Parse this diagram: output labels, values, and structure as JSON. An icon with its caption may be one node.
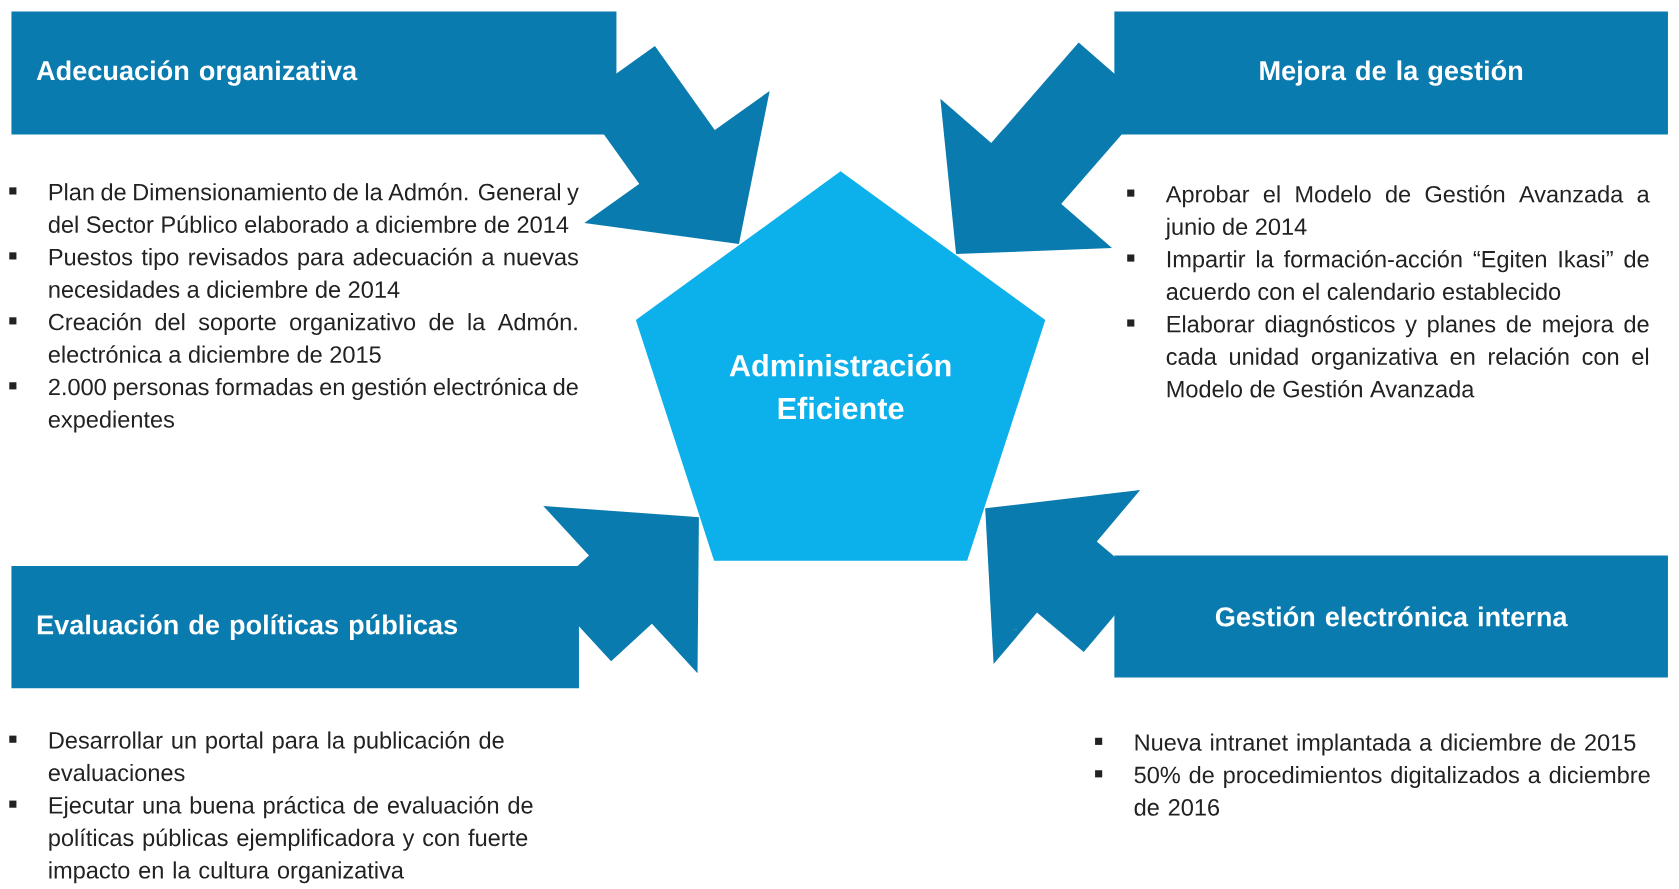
{
  "diagram": {
    "nodes": [
      {
        "text": [
          "Adecuación organizativa"
        ],
        "beside": [
          "Plan de Dimensionamiento de la Admón. General y del Sector Público elaborado a diciembre de 2014",
          "Puestos tipo revisados para adecuación a nuevas necesidades a diciembre de 2014",
          "Creación del soporte organizativo de la Admón. electrónica a diciembre de 2015",
          "2.000 personas formadas en gestión electrónica de expedientes"
        ]
      },
      {
        "text": [
          "Mejora de la gestión"
        ],
        "beside": [
          "Aprobar el Modelo de Gestión Avanzada a junio de 2014",
          "Impartir la formación-acción “Egiten Ikasi” de acuerdo con el calendario establecido",
          "Elaborar diagnósticos y planes de mejora de cada unidad organizativa en relación con el Modelo de Gestión Avanzada"
        ]
      },
      {
        "text": [
          "Administración Eficiente"
        ]
      },
      {
        "text": [
          "Evaluación de políticas públicas"
        ],
        "beside": [
          "Desarrollar un portal para la publicación de evaluaciones",
          "Ejecutar una buena práctica de evaluación de políticas públicas ejemplificadora y con fuerte impacto en la cultura organizativa"
        ]
      },
      {
        "text": [
          "Gestión electrónica interna"
        ],
        "beside": [
          "Nueva intranet implantada a diciembre de 2015",
          "50% de procedimientos digitalizados a diciembre de 2016"
        ]
      }
    ],
    "edges": [
      {
        "from": 0,
        "to": 2,
        "arrow": "to"
      },
      {
        "from": 1,
        "to": 2,
        "arrow": "to"
      },
      {
        "from": 3,
        "to": 2,
        "arrow": "to"
      },
      {
        "from": 4,
        "to": 2,
        "arrow": "to"
      }
    ]
  }
}
